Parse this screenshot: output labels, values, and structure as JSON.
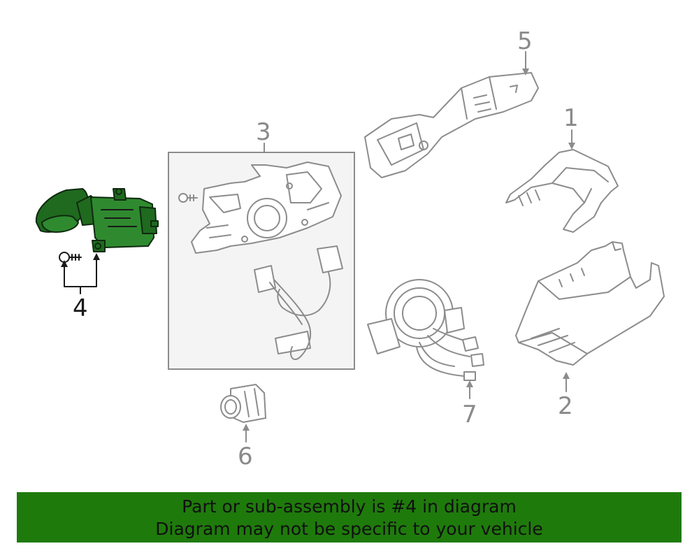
{
  "callouts": {
    "c1": "1",
    "c2": "2",
    "c3": "3",
    "c4": "4",
    "c5": "5",
    "c6": "6",
    "c7": "7"
  },
  "highlight_color": "#1f7a0c",
  "banner": {
    "line1": "Part or sub-assembly is #4 in diagram",
    "line2": "Diagram may not be specific to your vehicle"
  }
}
